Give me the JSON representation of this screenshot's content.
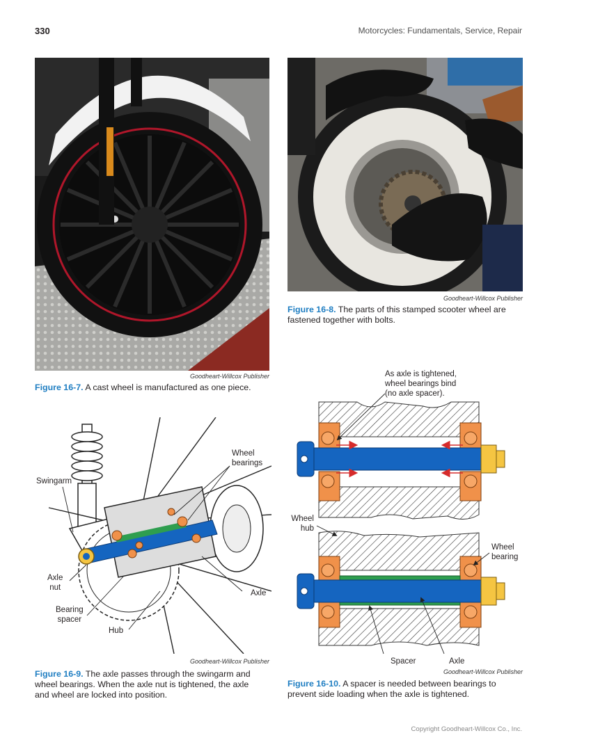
{
  "page": {
    "number": "330",
    "running_head": "Motorcycles: Fundamentals, Service, Repair",
    "footer": "Copyright Goodheart-Willcox Co., Inc."
  },
  "fig7": {
    "credit": "Goodheart-Willcox Publisher",
    "number": "Figure 16-7.",
    "caption": "A cast wheel is manufactured as one piece."
  },
  "fig8": {
    "credit": "Goodheart-Willcox Publisher",
    "number": "Figure 16-8.",
    "caption_line1": "The parts of this stamped scooter wheel are",
    "caption_line2": "fastened together with bolts."
  },
  "fig9": {
    "credit": "Goodheart-Willcox Publisher",
    "number": "Figure 16-9.",
    "caption_line1": "The axle passes through the swingarm and",
    "caption_line2": "wheel bearings. When the axle nut is tightened, the axle",
    "caption_line3": "and wheel are locked into position.",
    "labels": {
      "wheel_bearings_1": "Wheel",
      "wheel_bearings_2": "bearings",
      "swingarm": "Swingarm",
      "axle_nut_1": "Axle",
      "axle_nut_2": "nut",
      "axle": "Axle",
      "bearing_spacer_1": "Bearing",
      "bearing_spacer_2": "spacer",
      "hub": "Hub"
    }
  },
  "fig10": {
    "credit": "Goodheart-Willcox Publisher",
    "number": "Figure 16-10.",
    "caption_line1": "A spacer is needed between bearings to",
    "caption_line2": "prevent side loading when the axle is tightened.",
    "labels": {
      "note_1": "As axle is tightened,",
      "note_2": "wheel bearings bind",
      "note_3": "(no axle spacer).",
      "wheel_hub_1": "Wheel",
      "wheel_hub_2": "hub",
      "wheel_bearing_1": "Wheel",
      "wheel_bearing_2": "bearing",
      "spacer": "Spacer",
      "axle": "Axle"
    },
    "colors": {
      "axle": "#1565c0",
      "bearing": "#f0914a",
      "nut": "#f5c542",
      "spacer": "#2e9e4f",
      "arrow": "#d62b2b"
    }
  }
}
